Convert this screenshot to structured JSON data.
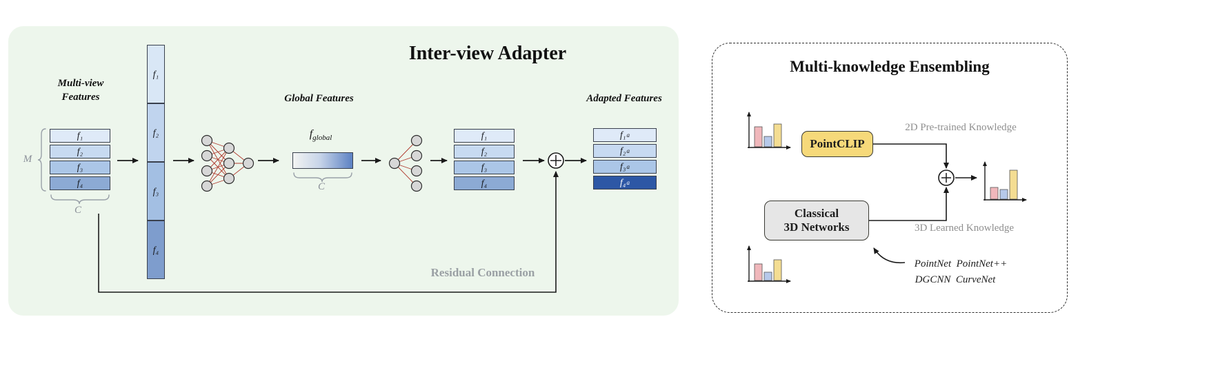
{
  "left_panel": {
    "title": "Inter-view Adapter",
    "panel_bg": "#edf6ec",
    "multiview_label": {
      "line1": "Multi-view",
      "line2": "Features"
    },
    "dim_m": "M",
    "dim_c_input": "C",
    "dim_c_global": "C",
    "global_features_label": "Global Features",
    "f_global": {
      "base": "f",
      "sub": "global"
    },
    "adapted_features_label": "Adapted Features",
    "residual_label": "Residual Connection",
    "stack1": [
      {
        "label": "f₁",
        "color": "#dfeaf8"
      },
      {
        "label": "f₂",
        "color": "#c7daf1"
      },
      {
        "label": "f₃",
        "color": "#abc6e7"
      },
      {
        "label": "f₄",
        "color": "#8caad4"
      }
    ],
    "concat_column": [
      {
        "label": "f₁",
        "color": "#d9e7f6"
      },
      {
        "label": "f₂",
        "color": "#c0d4ee"
      },
      {
        "label": "f₃",
        "color": "#a3bfe3"
      },
      {
        "label": "f₄",
        "color": "#7e9dcd"
      }
    ],
    "stack2": [
      {
        "label": "f₁",
        "color": "#dfeaf8"
      },
      {
        "label": "f₂",
        "color": "#c7daf1"
      },
      {
        "label": "f₃",
        "color": "#abc6e7"
      },
      {
        "label": "f₄",
        "color": "#8caad4"
      }
    ],
    "adapted_stack": [
      {
        "base": "f₁",
        "sup": "a",
        "color": "#dfeaf8",
        "text_color": "#16181c"
      },
      {
        "base": "f₂",
        "sup": "a",
        "color": "#c7daf1",
        "text_color": "#16181c"
      },
      {
        "base": "f₃",
        "sup": "a",
        "color": "#abc6e7",
        "text_color": "#16181c"
      },
      {
        "base": "f₄",
        "sup": "a",
        "color": "#2d57a5",
        "text_color": "#ffffff"
      }
    ],
    "gradient_bar": "linear-gradient(90deg, #f3f4f2 0%, #c7d4e9 45%, #5d82c3 100%)"
  },
  "right_panel": {
    "title": "Multi-knowledge Ensembling",
    "pointclip": {
      "label": "PointCLIP",
      "bg": "#f6d97a"
    },
    "classical": {
      "line1": "Classical",
      "line2": "3D Networks",
      "bg": "#e6e6e6"
    },
    "knowledge_2d": "2D Pre-trained Knowledge",
    "knowledge_3d": "3D Learned Knowledge",
    "networks": {
      "line1": "PointNet  PointNet++",
      "line2": "DGCNN  CurveNet"
    },
    "chart_colors": {
      "pink": "#f0b7bb",
      "blue": "#b6c9ea",
      "yellow": "#f4dd92"
    }
  }
}
